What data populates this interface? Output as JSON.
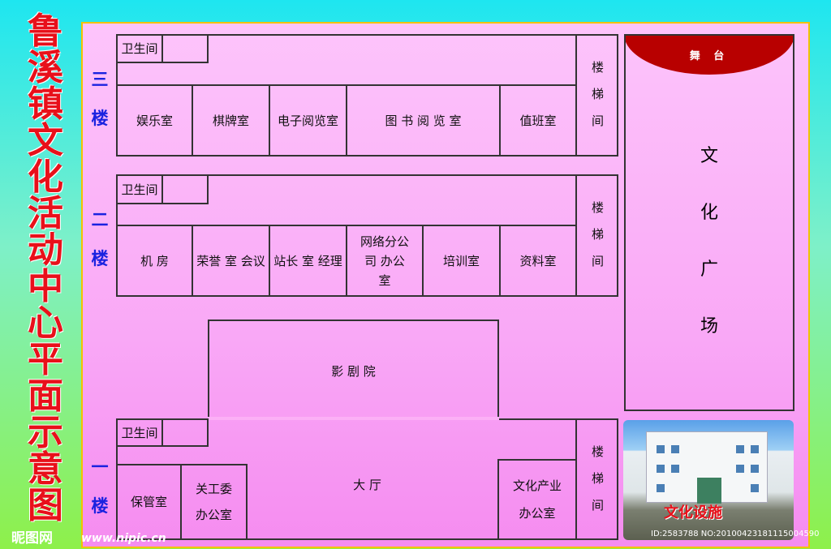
{
  "title": [
    "鲁",
    "溪",
    "镇",
    "文",
    "化",
    "活",
    "动",
    "中",
    "心",
    "平",
    "面",
    "示",
    "意",
    "图"
  ],
  "floors": {
    "f3": {
      "label": [
        "三",
        "楼"
      ],
      "toilet": "卫生间",
      "rooms": [
        "娱乐室",
        "棋牌室",
        "电子阅览室",
        "图 书 阅 览 室",
        "值班室"
      ],
      "stairs": [
        "楼",
        "梯",
        "间"
      ]
    },
    "f2": {
      "label": [
        "二",
        "楼"
      ],
      "toilet": "卫生间",
      "rooms": [
        "机 房",
        "荣誉 室 会议",
        "站长 室 经理",
        "网络分公司 办公室",
        "培训室",
        "资料室"
      ],
      "stairs": [
        "楼",
        "梯",
        "间"
      ]
    },
    "f1": {
      "label": [
        "一",
        "楼"
      ],
      "toilet": "卫生间",
      "cinema": "影 剧 院",
      "hall": "大 厅",
      "rooms": [
        "保管室",
        "关工委\n办公室",
        "文化产业\n办公室"
      ],
      "stairs": [
        "楼",
        "梯",
        "间"
      ]
    }
  },
  "plaza": {
    "stage": "舞 台",
    "name": [
      "文",
      "化",
      "广",
      "场"
    ]
  },
  "photo": {
    "caption": "文化设施"
  },
  "watermark": {
    "logo": "昵图网",
    "url": "www.nipic.cn",
    "id": "ID:2583788 NO:20100423181115004590"
  }
}
